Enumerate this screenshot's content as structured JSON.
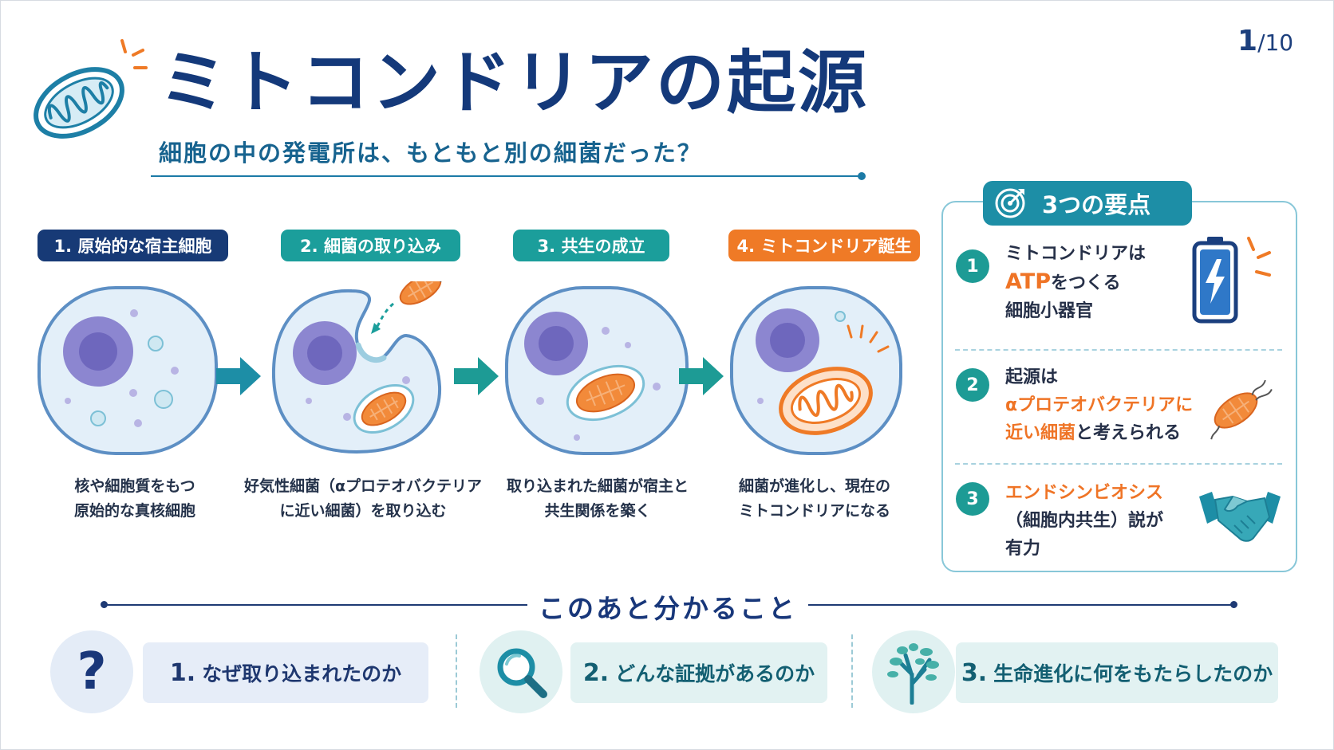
{
  "page": {
    "current": "1",
    "total": "/10"
  },
  "header": {
    "title": "ミトコンドリアの起源",
    "subtitle": "細胞の中の発電所は、もともと別の細菌だった？",
    "logo_icon": "mitochondria-icon"
  },
  "steps": [
    {
      "label": "1. 原始的な宿主細胞",
      "caption_line1": "核や細胞質をもつ",
      "caption_line2": "原始的な真核細胞",
      "color": "#173a76"
    },
    {
      "label": "2. 細菌の取り込み",
      "caption_line1": "好気性細菌（αプロテオバクテリア",
      "caption_line2": "に近い細菌）を取り込む",
      "color": "#1b9e9b"
    },
    {
      "label": "3. 共生の成立",
      "caption_line1": "取り込まれた細菌が宿主と",
      "caption_line2": "共生関係を築く",
      "color": "#1b9e9b"
    },
    {
      "label": "4. ミトコンドリア誕生",
      "caption_line1": "細菌が進化し、現在の",
      "caption_line2": "ミトコンドリアになる",
      "color": "#ef7a26"
    }
  ],
  "points": {
    "header": "3つの要点",
    "header_icon": "target-icon",
    "items": [
      {
        "num": "1",
        "line1": "ミトコンドリアは",
        "line2_highlight": "ATP",
        "line2_rest": "をつくる",
        "line3": "細胞小器官",
        "icon": "battery-icon"
      },
      {
        "num": "2",
        "line1": "起源は",
        "line2_highlight": "αプロテオバクテリアに",
        "line3_highlight": "近い細菌",
        "line3_rest": "と考えられる",
        "icon": "bacterium-icon"
      },
      {
        "num": "3",
        "line1_highlight": "エンドシンビオシス",
        "line2": "（細胞内共生）説が",
        "line3": "有力",
        "icon": "handshake-icon"
      }
    ]
  },
  "next": {
    "title": "このあと分かること",
    "items": [
      {
        "num": "1.",
        "text": "なぜ取り込まれたのか",
        "icon": "question-icon"
      },
      {
        "num": "2.",
        "text": "どんな証拠があるのか",
        "icon": "magnifier-icon"
      },
      {
        "num": "3.",
        "text": "生命進化に何をもたらしたのか",
        "icon": "tree-icon"
      }
    ]
  },
  "colors": {
    "navy": "#173a76",
    "teal": "#1b9e9b",
    "orange": "#ef7a26",
    "cell_fill": "#e3eff9",
    "nucleus": "#8c86d0"
  }
}
